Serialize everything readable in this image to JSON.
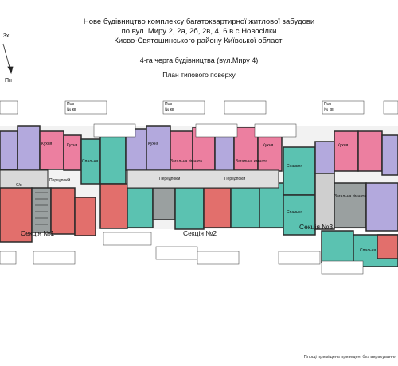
{
  "header": {
    "line1": "Нове будівництво комплексу багатоквартирної житлової забудови",
    "line2": "по вул. Миру 2, 2а, 2б, 2в, 4, 6 в с.Новосілки",
    "line3": "Києво-Святошинського району Київської області",
    "stage": "4-га черга будівництва (вул.Миру 4)",
    "plan": "План типового поверху"
  },
  "corner": {
    "top_label": "3х",
    "north_label": "Пн"
  },
  "sections": [
    "Секція №1",
    "Секція №2",
    "Секція №3"
  ],
  "room_labels": {
    "kitchen": "Кухня",
    "living": "Загальна кімната",
    "bedroom": "Спальня",
    "hall": "Передпокій",
    "bath": "С/в"
  },
  "legend_box": {
    "row1": "Пов",
    "row2": "№ кв"
  },
  "footnote": "Площі приміщень приведені без вирахування",
  "colors": {
    "purple": "#b3a9dd",
    "pink": "#ec7fa0",
    "red": "#e26f6c",
    "teal": "#5bc2b1",
    "grey": "#9aa0a0",
    "dark": "#2a2a2a"
  }
}
